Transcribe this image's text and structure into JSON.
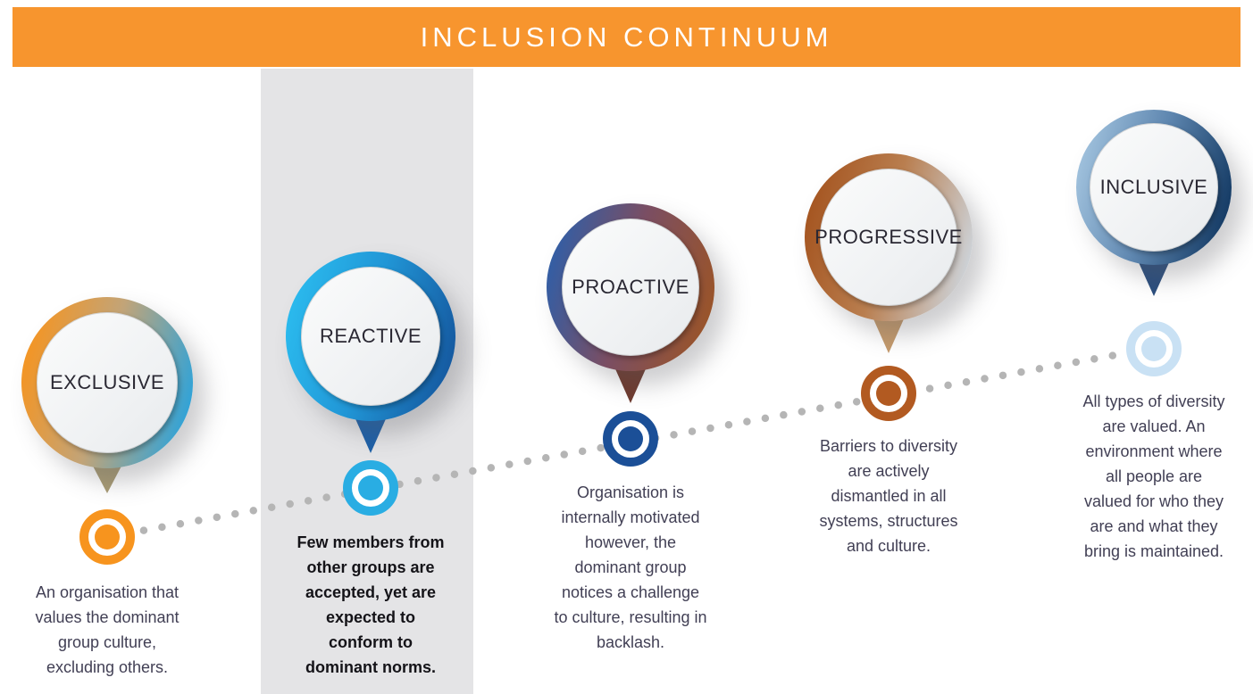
{
  "header": {
    "title": "INCLUSION CONTINUUM",
    "bg_color": "#F7952E",
    "text_color": "#FFFFFF"
  },
  "highlight_column_color": "#E4E4E6",
  "dotted_line_color": "#B5B5B5",
  "stages": [
    {
      "label": "EXCLUSIVE",
      "description": "An organisation that\nvalues the dominant\ngroup culture,\nexcluding others.",
      "marker_color": "#F7941E",
      "ring_gradient": [
        "#F7941E",
        "#C2A478",
        "#2FA3D9"
      ],
      "pointer_color": "#A89B74",
      "highlighted": false
    },
    {
      "label": "REACTIVE",
      "description": "Few members from\nother groups are\naccepted, yet are\nexpected to\nconform to\ndominant norms.",
      "marker_color": "#29ADE3",
      "ring_gradient": [
        "#2BBCEF",
        "#2196D6",
        "#1559A0"
      ],
      "pointer_color": "#1D60A8",
      "highlighted": true
    },
    {
      "label": "PROACTIVE",
      "description": "Organisation is\ninternally motivated\nhowever, the\ndominant group\nnotices a challenge\nto culture, resulting in\nbacklash.",
      "marker_color": "#1B4F97",
      "ring_gradient": [
        "#2E5FA9",
        "#7A4E63",
        "#9A5429"
      ],
      "pointer_color": "#6E3A2E",
      "highlighted": false
    },
    {
      "label": "PROGRESSIVE",
      "description": "Barriers to diversity\nare actively\ndismantled in all\nsystems, structures\nand culture.",
      "marker_color": "#B25A21",
      "ring_gradient": [
        "#A4531E",
        "#B97E4F",
        "#CDD3D9"
      ],
      "pointer_color": "#C49A6C",
      "highlighted": false
    },
    {
      "label": "INCLUSIVE",
      "description": "All types of diversity\nare valued. An\nenvironment where\nall people are\nvalued for who they\nare and what they\nbring is maintained.",
      "marker_color": "#C9E1F4",
      "ring_gradient": [
        "#A3C4DF",
        "#5F87B0",
        "#143A64"
      ],
      "pointer_color": "#2B4E7E",
      "highlighted": false
    }
  ]
}
